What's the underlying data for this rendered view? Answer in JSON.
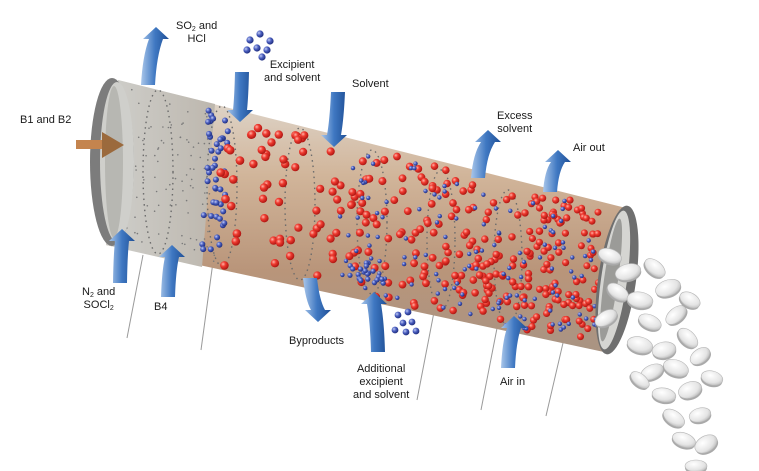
{
  "labels": {
    "so2_hcl": {
      "line1_pre": "SO",
      "line1_sub": "2",
      "line1_post": " and",
      "line2": "HCl"
    },
    "b1_b2": "B1 and B2",
    "excipient_solvent": {
      "line1": "Excipient",
      "line2": "and solvent"
    },
    "solvent": "Solvent",
    "excess_solvent": {
      "line1": "Excess",
      "line2": "solvent"
    },
    "air_out": "Air out",
    "n2_socl2": {
      "line1_pre": "N",
      "line1_sub": "2",
      "line1_post": " and",
      "line2_pre": "SOCl",
      "line2_sub": "2"
    },
    "b4": "B4",
    "byproducts": "Byproducts",
    "additional_excipient": {
      "line1": "Additional",
      "line2": "excipient",
      "line3": "and solvent"
    },
    "air_in": "Air in"
  },
  "colors": {
    "arrow_blue": "#3a6fb7",
    "arrow_blue_light": "#8fb4e0",
    "particle_red": "#e32a2a",
    "particle_blue": "#3a4fa8",
    "tube_tan": "#c9ab8f",
    "tube_grey": "#c8c8c4",
    "rim_grey": "#8d8d8d",
    "feed_arrow": "#c4844e"
  },
  "icons": [
    "arrow-up-icon",
    "arrow-down-icon",
    "tablet-icon"
  ]
}
